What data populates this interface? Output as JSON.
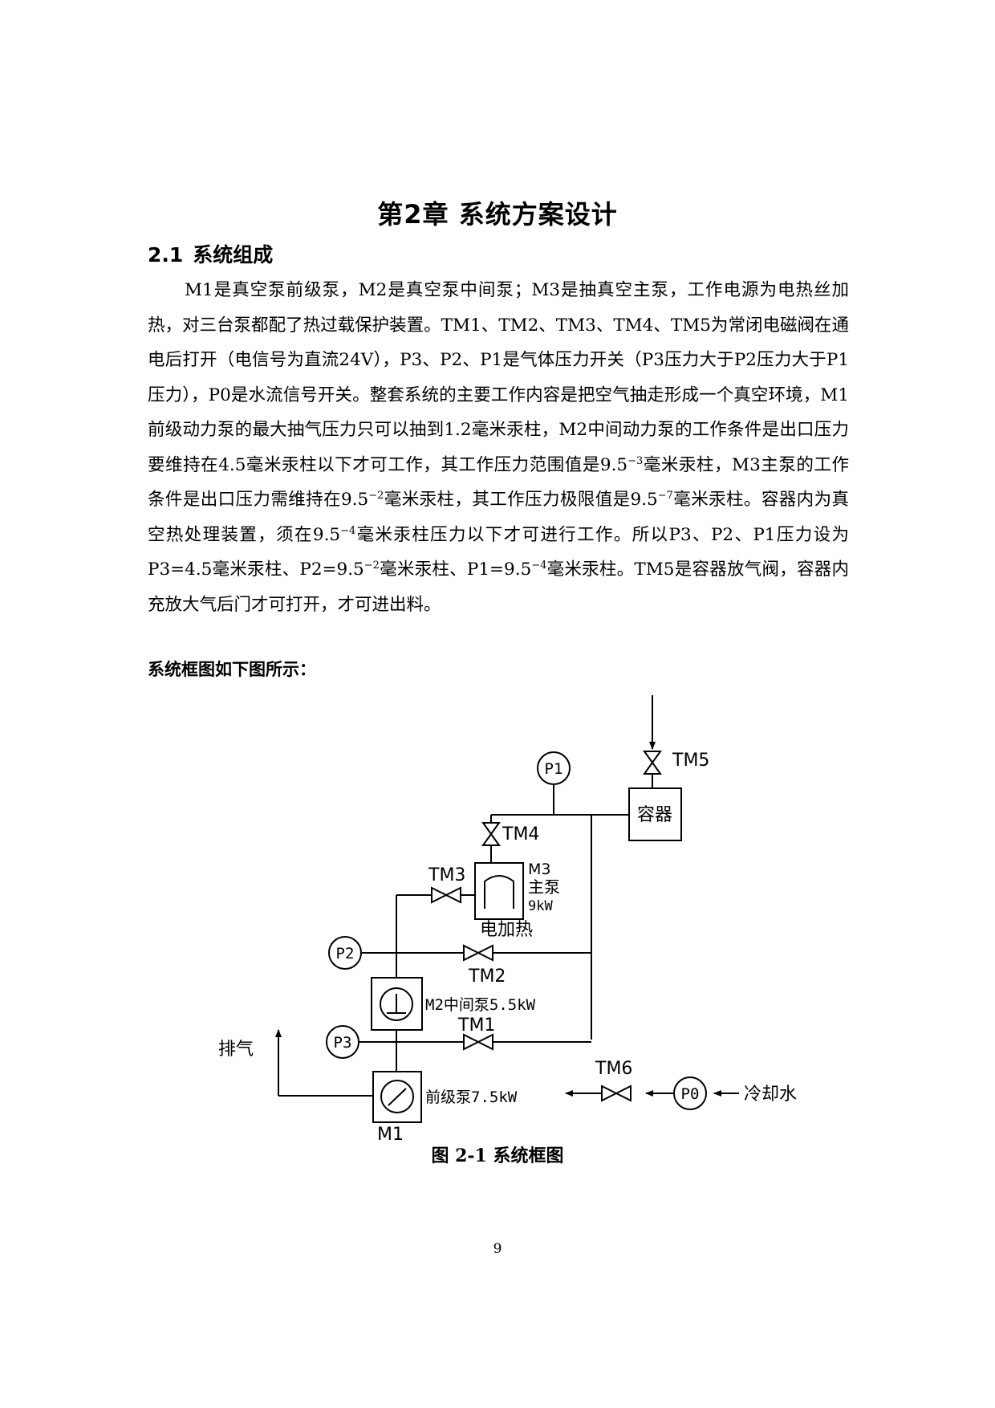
{
  "chapter_title": "第2章  系统方案设计",
  "section": {
    "number": "2.1",
    "title": "系统组成"
  },
  "paragraph": {
    "p1": "M1是真空泵前级泵，M2是真空泵中间泵；M3是抽真空主泵，工作电源为电热丝加热，对三台泵都配了热过载保护装置。TM1、TM2、TM3、TM4、TM5为常闭电磁阀在通电后打开（电信号为直流24V），P3、P2、P1是气体压力开关（P3压力大于P2压力大于P1压力），P0是水流信号开关。整套系统的主要工作内容是把空气抽走形成一个真空环境，M1前级动力泵的最大抽气压力只可以抽到1.2毫米汞柱，M2中间动力泵的工作条件是出口压力要维持在4.5毫米汞柱以下才可工作，其工作压力范围值是9.5",
    "exp1": "−3",
    "p2": "毫米汞柱，M3主泵的工作条件是出口压力需维持在9.5",
    "exp2": "−2",
    "p3": "毫米汞柱，其工作压力极限值是9.5",
    "exp3": "−7",
    "p4": "毫米汞柱。容器内为真空热处理装置，须在9.5",
    "exp4": "−4",
    "p5": "毫米汞柱压力以下才可进行工作。所以P3、P2、P1压力设为P3=4.5毫米汞柱、P2=9.5",
    "exp5": "−2",
    "p6": "毫米汞柱、P1=9.5",
    "exp6": "−4",
    "p7": "毫米汞柱。TM5是容器放气阀，容器内充放大气后门才可打开，才可进出料。"
  },
  "diagram_intro": "系统框图如下图所示：",
  "diagram": {
    "tm5": "TM5",
    "container": "容器",
    "p1": "P1",
    "tm4": "TM4",
    "tm3": "TM3",
    "m3_line1": "M3",
    "m3_line2": "主泵",
    "m3_line3": "9kW",
    "heater": "电加热",
    "p2": "P2",
    "tm2": "TM2",
    "m2": "M2中间泵5.5kW",
    "tm1": "TM1",
    "p3": "P3",
    "exhaust": "排气",
    "m1_desc": "前级泵7.5kW",
    "m1": "M1",
    "tm6": "TM6",
    "p0": "P0",
    "cooling_water": "冷却水"
  },
  "figure_caption": "图 2-1 系统框图",
  "page_number": "9"
}
